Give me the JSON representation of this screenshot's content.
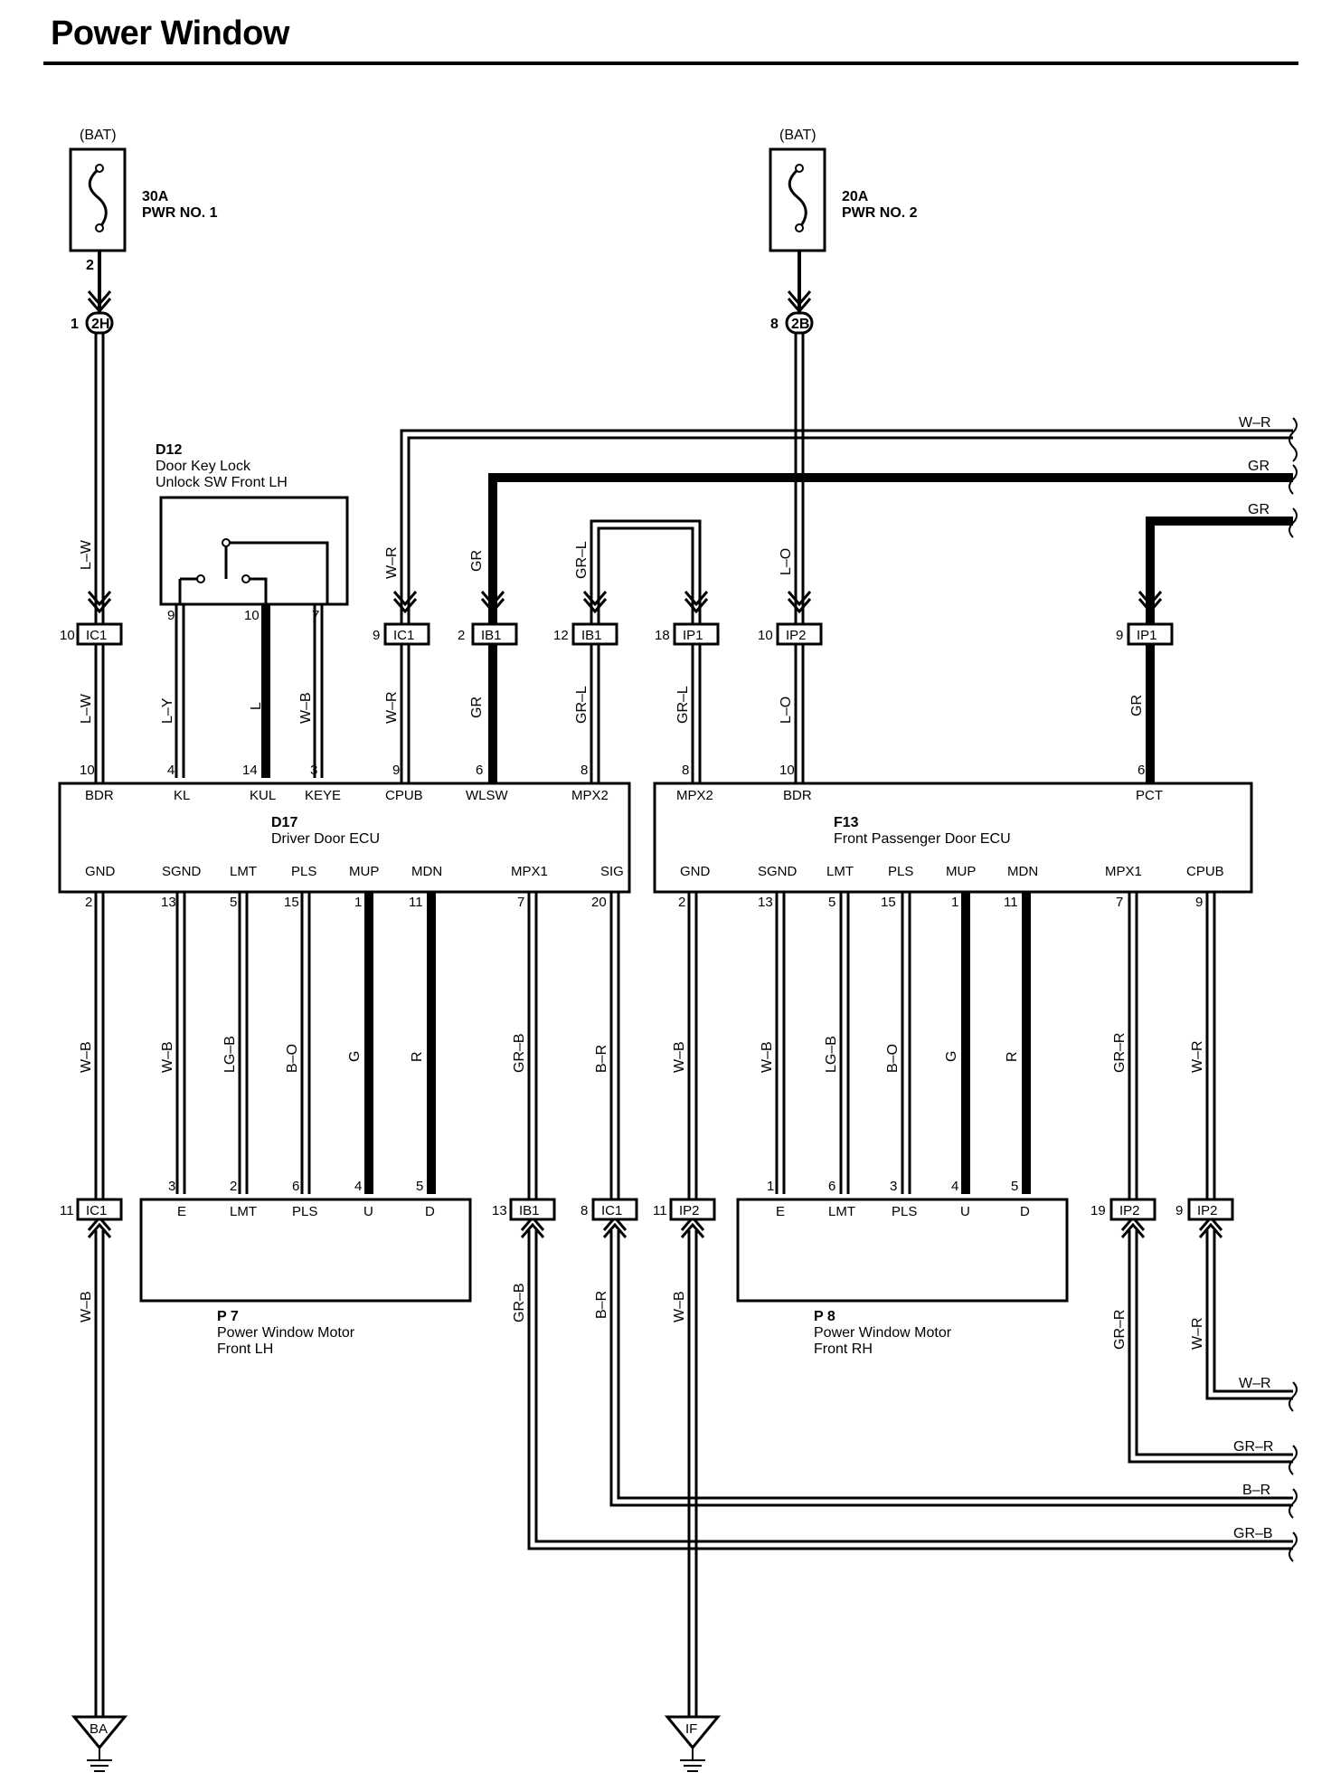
{
  "title": "Power Window",
  "fuses": [
    {
      "source": "(BAT)",
      "rating": "30A",
      "name": "PWR NO. 1",
      "pin": "2"
    },
    {
      "source": "(BAT)",
      "rating": "20A",
      "name": "PWR NO. 2"
    }
  ],
  "connectors": {
    "top": [
      {
        "pin": "1",
        "id": "2H"
      },
      {
        "pin": "8",
        "id": "2B"
      }
    ],
    "upper": [
      {
        "pin": "10",
        "id": "IC1"
      },
      {
        "pin": "9",
        "id": "IC1"
      },
      {
        "pin": "2",
        "id": "IB1"
      },
      {
        "pin": "12",
        "id": "IB1"
      },
      {
        "pin": "18",
        "id": "IP1"
      },
      {
        "pin": "10",
        "id": "IP2"
      },
      {
        "pin": "9",
        "id": "IP1"
      }
    ],
    "lower": [
      {
        "pin": "11",
        "id": "IC1"
      },
      {
        "pin": "13",
        "id": "IB1"
      },
      {
        "pin": "8",
        "id": "IC1"
      },
      {
        "pin": "11",
        "id": "IP2"
      },
      {
        "pin": "19",
        "id": "IP2"
      },
      {
        "pin": "9",
        "id": "IP2"
      }
    ]
  },
  "switch": {
    "id": "D12",
    "line1": "Door Key Lock",
    "line2": "Unlock SW Front LH",
    "pins": [
      "9",
      "10",
      "7"
    ]
  },
  "ecus": [
    {
      "id": "D17",
      "name": "Driver Door ECU",
      "top_terms": [
        "BDR",
        "KL",
        "KUL",
        "KEYE",
        "CPUB",
        "WLSW",
        "MPX2"
      ],
      "top_pins": [
        "10",
        "4",
        "14",
        "3",
        "9",
        "6",
        "8"
      ],
      "bottom_terms": [
        "GND",
        "SGND",
        "LMT",
        "PLS",
        "MUP",
        "MDN",
        "MPX1",
        "SIG"
      ],
      "bottom_pins": [
        "2",
        "13",
        "5",
        "15",
        "1",
        "11",
        "7",
        "20"
      ]
    },
    {
      "id": "F13",
      "name": "Front Passenger Door ECU",
      "top_terms": [
        "MPX2",
        "BDR",
        "PCT"
      ],
      "top_pins": [
        "8",
        "10",
        "6"
      ],
      "bottom_terms": [
        "GND",
        "SGND",
        "LMT",
        "PLS",
        "MUP",
        "MDN",
        "MPX1",
        "CPUB"
      ],
      "bottom_pins": [
        "2",
        "13",
        "5",
        "15",
        "1",
        "11",
        "7",
        "9"
      ]
    }
  ],
  "motors": [
    {
      "id": "P 7",
      "name": "Power Window Motor",
      "side": "Front LH",
      "terms": [
        "E",
        "LMT",
        "PLS",
        "U",
        "D"
      ],
      "pins": [
        "3",
        "2",
        "6",
        "4",
        "5"
      ]
    },
    {
      "id": "P 8",
      "name": "Power Window Motor",
      "side": "Front RH",
      "terms": [
        "E",
        "LMT",
        "PLS",
        "U",
        "D"
      ],
      "pins": [
        "1",
        "6",
        "3",
        "4",
        "5"
      ]
    }
  ],
  "wire_colors": {
    "upper": [
      "L–W",
      "L–Y",
      "L",
      "W–B",
      "W–R",
      "GR",
      "GR–L",
      "GR–L",
      "L–O",
      "GR"
    ],
    "harness_top": [
      "L–W",
      "W–R",
      "GR",
      "GR–L",
      "L–O"
    ],
    "left_mid": [
      "W–B",
      "W–B",
      "LG–B",
      "B–O",
      "G",
      "R",
      "GR–B",
      "B–R"
    ],
    "right_mid": [
      "W–B",
      "W–B",
      "LG–B",
      "B–O",
      "G",
      "R",
      "GR–R",
      "W–R"
    ],
    "low": [
      "W–B",
      "GR–B",
      "B–R",
      "W–B",
      "GR–R",
      "W–R"
    ],
    "right_edge": [
      "W–R",
      "GR",
      "GR",
      "W–R",
      "GR–R",
      "B–R",
      "GR–B"
    ]
  },
  "grounds": [
    "BA",
    "IF"
  ]
}
